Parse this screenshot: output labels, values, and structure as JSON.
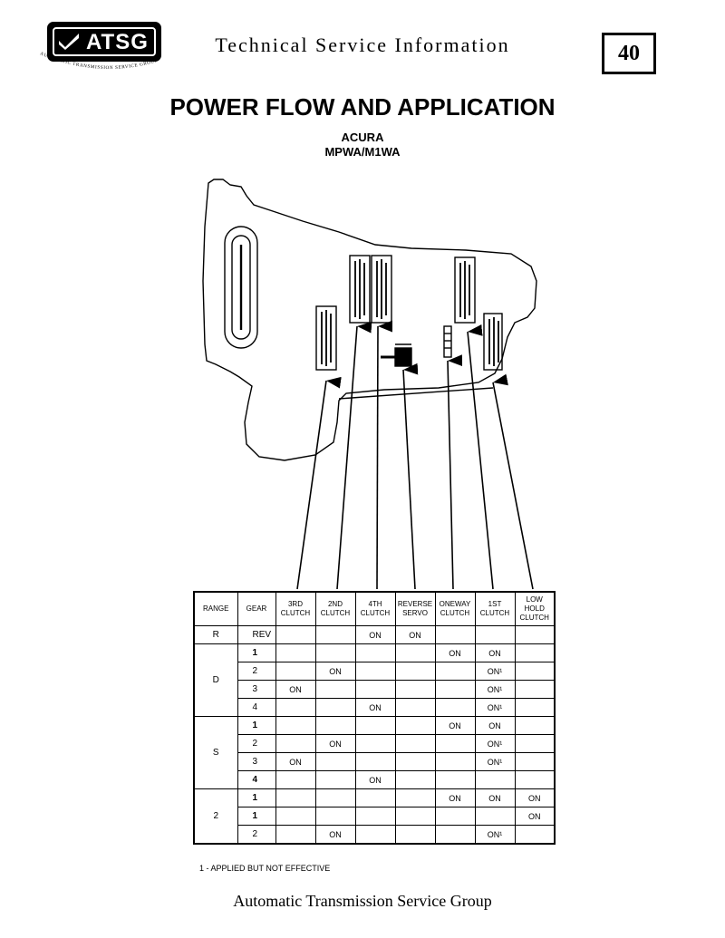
{
  "header": {
    "logo_text": "ATSG",
    "logo_arc_text": "AUTOMATIC TRANSMISSION SERVICE GROUP",
    "title": "Technical Service Information",
    "page_number": "40"
  },
  "main_title": "POWER FLOW AND APPLICATION",
  "subtitle_make": "ACURA",
  "subtitle_models": "MPWA/M1WA",
  "table": {
    "columns": [
      "RANGE",
      "GEAR",
      "3RD CLUTCH",
      "2ND CLUTCH",
      "4TH CLUTCH",
      "REVERSE SERVO",
      "ONEWAY CLUTCH",
      "1ST CLUTCH",
      "LOW HOLD CLUTCH"
    ],
    "column_lines": [
      [
        "RANGE"
      ],
      [
        "GEAR"
      ],
      [
        "3RD",
        "CLUTCH"
      ],
      [
        "2ND",
        "CLUTCH"
      ],
      [
        "4TH",
        "CLUTCH"
      ],
      [
        "REVERSE",
        "SERVO"
      ],
      [
        "ONEWAY",
        "CLUTCH"
      ],
      [
        "1ST",
        "CLUTCH"
      ],
      [
        "LOW",
        "HOLD",
        "CLUTCH"
      ]
    ],
    "groups": [
      {
        "range": "R",
        "rows": [
          {
            "gear": "REV",
            "bold": false,
            "cells": [
              "",
              "",
              "ON",
              "ON",
              "",
              "",
              ""
            ]
          }
        ]
      },
      {
        "range": "D",
        "rows": [
          {
            "gear": "1",
            "bold": true,
            "cells": [
              "",
              "",
              "",
              "",
              "ON",
              "ON",
              ""
            ]
          },
          {
            "gear": "2",
            "bold": false,
            "cells": [
              "",
              "ON",
              "",
              "",
              "",
              "ON¹",
              ""
            ]
          },
          {
            "gear": "3",
            "bold": false,
            "cells": [
              "ON",
              "",
              "",
              "",
              "",
              "ON¹",
              ""
            ]
          },
          {
            "gear": "4",
            "bold": false,
            "cells": [
              "",
              "",
              "ON",
              "",
              "",
              "ON¹",
              ""
            ]
          }
        ]
      },
      {
        "range": "S",
        "rows": [
          {
            "gear": "1",
            "bold": true,
            "cells": [
              "",
              "",
              "",
              "",
              "ON",
              "ON",
              ""
            ]
          },
          {
            "gear": "2",
            "bold": false,
            "cells": [
              "",
              "ON",
              "",
              "",
              "",
              "ON¹",
              ""
            ]
          },
          {
            "gear": "3",
            "bold": false,
            "cells": [
              "ON",
              "",
              "",
              "",
              "",
              "ON¹",
              ""
            ]
          },
          {
            "gear": "4",
            "bold": true,
            "cells": [
              "",
              "",
              "ON",
              "",
              "",
              "",
              ""
            ]
          }
        ]
      },
      {
        "range": "2",
        "rows": [
          {
            "gear": "1",
            "bold": true,
            "cells": [
              "",
              "",
              "",
              "",
              "ON",
              "ON",
              "ON"
            ]
          },
          {
            "gear": "1",
            "bold": true,
            "cells": [
              "",
              "",
              "",
              "",
              "",
              "",
              "ON"
            ]
          },
          {
            "gear": "2",
            "bold": false,
            "cells": [
              "",
              "ON",
              "",
              "",
              "",
              "ON¹",
              ""
            ]
          }
        ]
      }
    ]
  },
  "footnote": "1 - APPLIED BUT NOT EFFECTIVE",
  "footer": "Automatic Transmission Service Group"
}
